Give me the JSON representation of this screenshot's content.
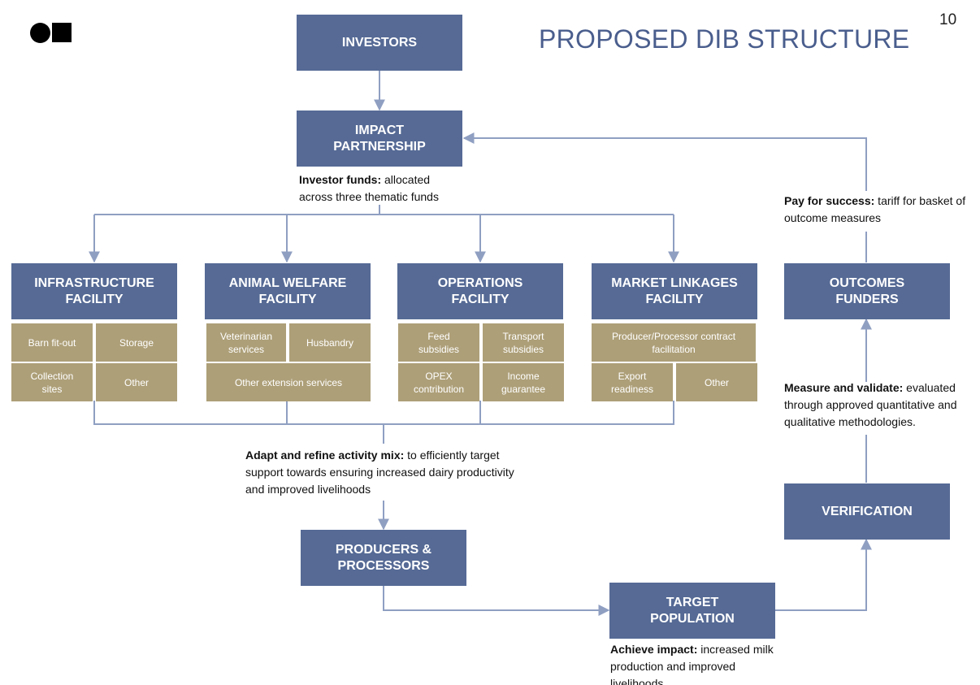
{
  "header": {
    "title": "PROPOSED DIB STRUCTURE",
    "page_number": "10"
  },
  "boxes": {
    "investors": "INVESTORS",
    "impact_partnership": [
      "IMPACT",
      "PARTNERSHIP"
    ],
    "outcomes_funders": [
      "OUTCOMES",
      "FUNDERS"
    ],
    "verification": "VERIFICATION",
    "producers_processors": [
      "PRODUCERS &",
      "PROCESSORS"
    ],
    "target_population": [
      "TARGET",
      "POPULATION"
    ]
  },
  "facilities": [
    {
      "label": [
        "INFRASTRUCTURE",
        "FACILITY"
      ],
      "items": [
        [
          "Barn fit-out"
        ],
        [
          "Storage"
        ],
        [
          "Collection",
          "sites"
        ],
        [
          "Other"
        ]
      ]
    },
    {
      "label": [
        "ANIMAL WELFARE",
        "FACILITY"
      ],
      "items": [
        [
          "Veterinarian",
          "services"
        ],
        [
          "Husbandry"
        ],
        [
          "Other extension services"
        ]
      ]
    },
    {
      "label": [
        "OPERATIONS",
        "FACILITY"
      ],
      "items": [
        [
          "Feed",
          "subsidies"
        ],
        [
          "Transport",
          "subsidies"
        ],
        [
          "OPEX",
          "contribution"
        ],
        [
          "Income",
          "guarantee"
        ]
      ]
    },
    {
      "label": [
        "MARKET LINKAGES",
        "FACILITY"
      ],
      "items": [
        [
          "Producer/Processor contract",
          "facilitation"
        ],
        [
          "Export",
          "readiness"
        ],
        [
          "Other"
        ]
      ]
    }
  ],
  "notes": {
    "investor_funds": {
      "bold": "Investor funds:",
      "text": " allocated across three thematic funds"
    },
    "pay_for_success": {
      "bold": "Pay for success:",
      "text": " tariff for basket of outcome measures"
    },
    "measure_validate": {
      "bold": "Measure and validate:",
      "text": " evaluated through approved quantitative and qualitative methodologies."
    },
    "adapt_refine": {
      "bold": "Adapt and refine activity mix:",
      "text": " to efficiently target support towards ensuring increased dairy productivity and improved livelihoods"
    },
    "achieve_impact": {
      "bold": "Achieve impact:",
      "text": " increased milk production and improved livelihoods"
    }
  },
  "colors": {
    "box_blue": "#566a95",
    "sub_gold": "#ad9f78",
    "connector": "#8f9fc2",
    "title_blue": "#4a5e8d"
  }
}
